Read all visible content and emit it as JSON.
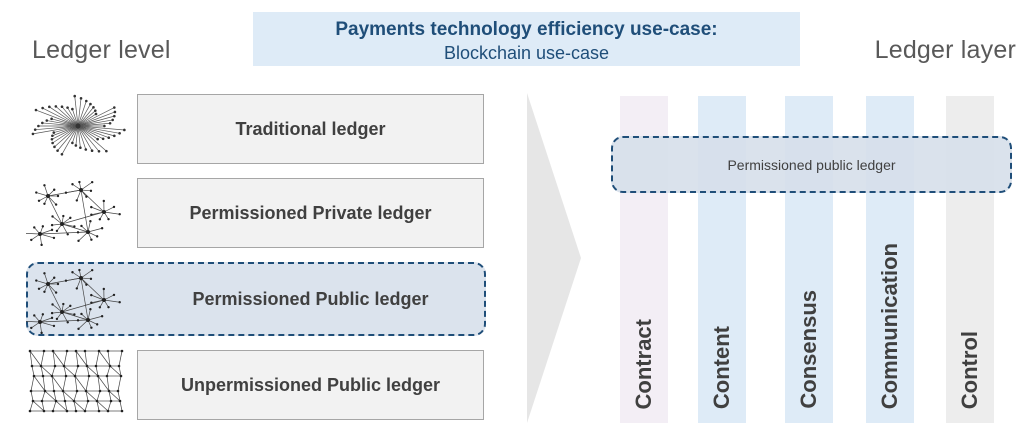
{
  "header": {
    "title": "Payments technology efficiency use-case:",
    "subtitle": "Blockchain use-case",
    "left_heading": "Ledger level",
    "right_heading": "Ledger layer"
  },
  "ledgers": [
    {
      "label": "Traditional ledger",
      "icon": "centralized-network-icon"
    },
    {
      "label": "Permissioned Private ledger",
      "icon": "decentralized-network-icon"
    },
    {
      "label": "Permissioned Public ledger",
      "icon": "decentralized-network-icon",
      "highlighted": true
    },
    {
      "label": "Unpermissioned Public ledger",
      "icon": "distributed-mesh-icon"
    }
  ],
  "layers": [
    {
      "label": "Contract",
      "color": "#f3eef5"
    },
    {
      "label": "Content",
      "color": "#deebf7"
    },
    {
      "label": "Consensus",
      "color": "#deebf7"
    },
    {
      "label": "Communication",
      "color": "#deebf7"
    },
    {
      "label": "Control",
      "color": "#ededed"
    }
  ],
  "overlay": {
    "label": "Permissioned public ledger"
  },
  "colors": {
    "accent": "#1f4e79",
    "title_bg": "#deebf7",
    "card_bg": "#f2f2f2"
  }
}
